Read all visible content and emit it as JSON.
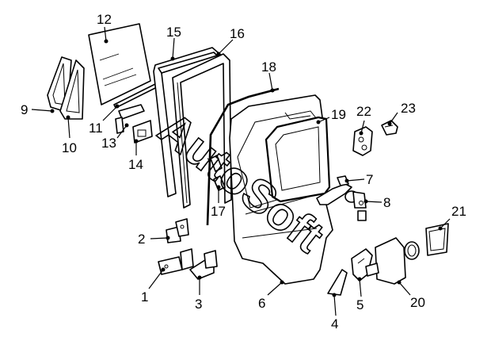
{
  "watermark": "AutoSoft",
  "callouts": [
    {
      "label": "1"
    },
    {
      "label": "2"
    },
    {
      "label": "3"
    },
    {
      "label": "4"
    },
    {
      "label": "5"
    },
    {
      "label": "6"
    },
    {
      "label": "7"
    },
    {
      "label": "8"
    },
    {
      "label": "9"
    },
    {
      "label": "10"
    },
    {
      "label": "11"
    },
    {
      "label": "12"
    },
    {
      "label": "13"
    },
    {
      "label": "14"
    },
    {
      "label": "15"
    },
    {
      "label": "16"
    },
    {
      "label": "17"
    },
    {
      "label": "18"
    },
    {
      "label": "19"
    },
    {
      "label": "20"
    },
    {
      "label": "21"
    },
    {
      "label": "22"
    },
    {
      "label": "23"
    }
  ]
}
